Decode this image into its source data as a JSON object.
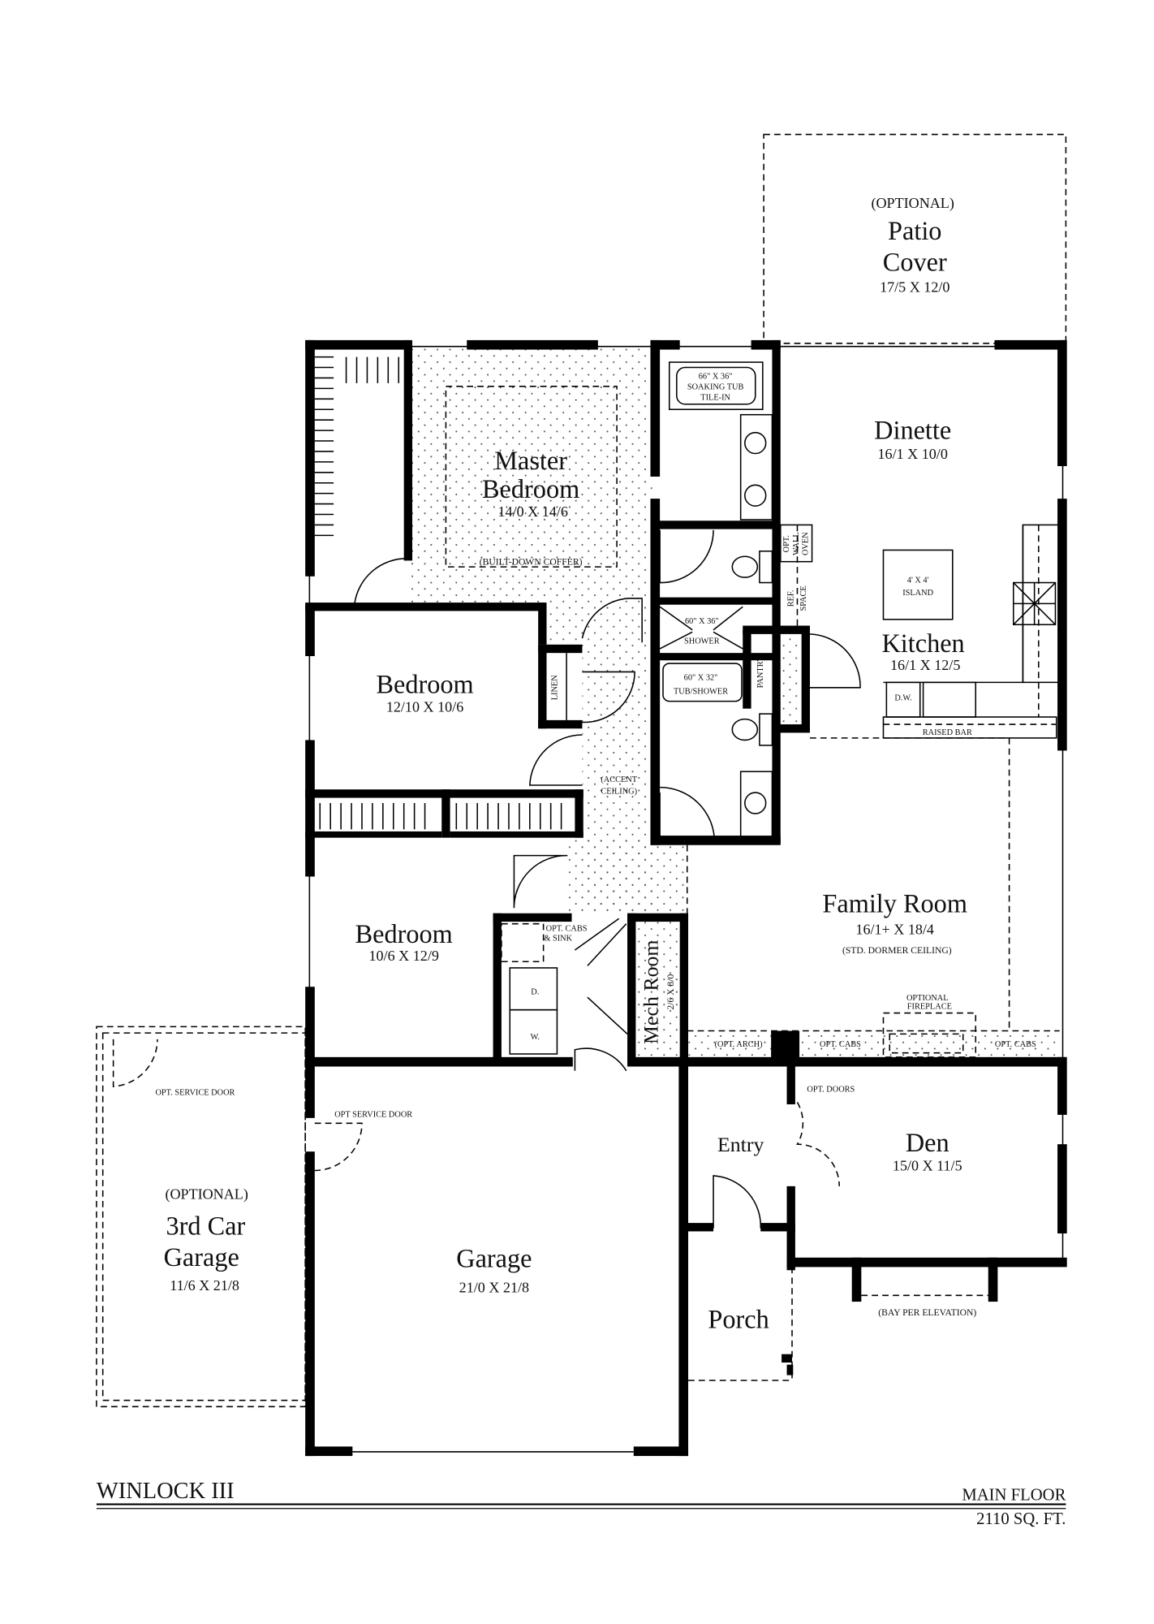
{
  "plan": {
    "name": "WINLOCK III",
    "floor": "MAIN FLOOR",
    "area": "2110 SQ. FT."
  },
  "rooms": {
    "patio": {
      "optional": "(OPTIONAL)",
      "line1": "Patio",
      "line2": "Cover",
      "dims": "17/5 X 12/0"
    },
    "master": {
      "line1": "Master",
      "line2": "Bedroom",
      "dims": "14/0 X 14/6",
      "note": "(BUILT-DOWN COFFER)"
    },
    "dinette": {
      "name": "Dinette",
      "dims": "16/1 X 10/0"
    },
    "kitchen": {
      "name": "Kitchen",
      "dims": "16/1 X 12/5"
    },
    "bedroom1": {
      "name": "Bedroom",
      "dims": "12/10 X 10/6"
    },
    "bedroom2": {
      "name": "Bedroom",
      "dims": "10/6 X 12/9"
    },
    "family": {
      "name": "Family Room",
      "dims": "16/1+ X 18/4",
      "note": "(STD. DORMER CEILING)"
    },
    "mech": {
      "name": "Mech Room",
      "dims": "2/6 X 8/0"
    },
    "entry": {
      "name": "Entry"
    },
    "den": {
      "name": "Den",
      "dims": "15/0 X 11/5",
      "bay": "(BAY PER ELEVATION)"
    },
    "porch": {
      "name": "Porch"
    },
    "garage": {
      "name": "Garage",
      "dims": "21/0 X 21/8",
      "service_door": "OPT SERVICE DOOR"
    },
    "garage3": {
      "optional": "(OPTIONAL)",
      "line1": "3rd Car",
      "line2": "Garage",
      "dims": "11/6 X 21/8",
      "service_door": "OPT. SERVICE DOOR"
    }
  },
  "fixtures": {
    "soaking_tub": [
      "66\" X 36\"",
      "SOAKING TUB",
      "TILE-IN"
    ],
    "shower": [
      "60\" X 36\"",
      "SHOWER"
    ],
    "tub_shower": [
      "60\" X 32\"",
      "TUB/SHOWER"
    ],
    "linen": "LINEN",
    "pantry": "PANTRY",
    "wall_oven": [
      "OPT.",
      "WALL",
      "OVEN"
    ],
    "ref_space": [
      "REF.",
      "SPACE"
    ],
    "island": [
      "4' X 4'",
      "ISLAND"
    ],
    "dw": "D.W.",
    "raised_bar": "RAISED BAR",
    "accent_ceiling": [
      "(ACCENT",
      "CEILING)"
    ],
    "opt_cabs_sink": [
      "OPT. CABS",
      "& SINK"
    ],
    "dryer": "D.",
    "washer": "W.",
    "fireplace": [
      "OPTIONAL",
      "FIREPLACE"
    ],
    "opt_arch": "(OPT. ARCH)",
    "opt_cabs": "OPT. CABS",
    "opt_doors": "OPT. DOORS"
  }
}
